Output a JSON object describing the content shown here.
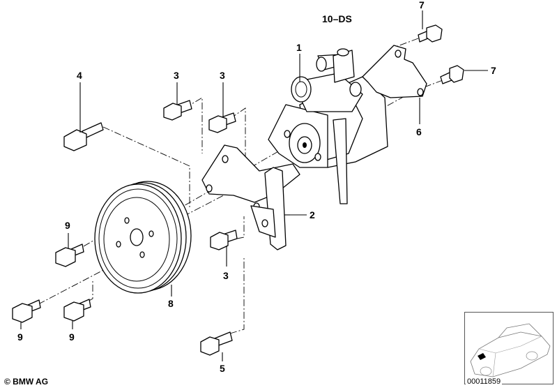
{
  "diagram_code": "10–DS",
  "callouts": {
    "pump": "1",
    "bracket": "2",
    "bolt_upper_left": "3",
    "bolt_upper_right": "3",
    "bolt_lower": "3",
    "bolt_long": "4",
    "bolt_bottom": "5",
    "bracket_rear": "6",
    "bolt_top_right": "7",
    "bolt_right": "7",
    "pulley": "8",
    "pulley_bolt_upper": "9",
    "pulley_bolt_left": "9",
    "pulley_bolt_mid": "9"
  },
  "copyright": "© BMW AG",
  "document_number": "00011859"
}
